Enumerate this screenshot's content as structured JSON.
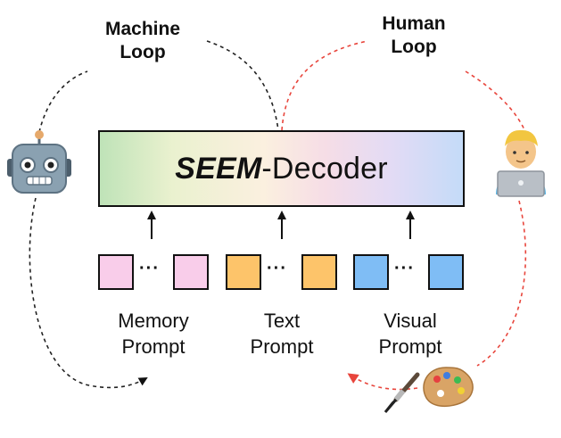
{
  "machine_loop": {
    "line1": "Machine",
    "line2": "Loop"
  },
  "human_loop": {
    "line1": "Human",
    "line2": "Loop"
  },
  "decoder": {
    "name_bold": "SEEM",
    "name_rest": "-Decoder"
  },
  "prompts": [
    {
      "line1": "Memory",
      "line2": "Prompt",
      "color": "#f9cdea"
    },
    {
      "line1": "Text",
      "line2": "Prompt",
      "color": "#fdc46a"
    },
    {
      "line1": "Visual",
      "line2": "Prompt",
      "color": "#7fbdf5"
    }
  ],
  "dots": "···",
  "colors": {
    "machine_loop_line": "#222222",
    "human_loop_line": "#e8453c"
  },
  "icons": {
    "machine": "robot-icon",
    "human": "person-with-laptop-icon",
    "tools": [
      "paintbrush-icon",
      "palette-icon"
    ]
  }
}
